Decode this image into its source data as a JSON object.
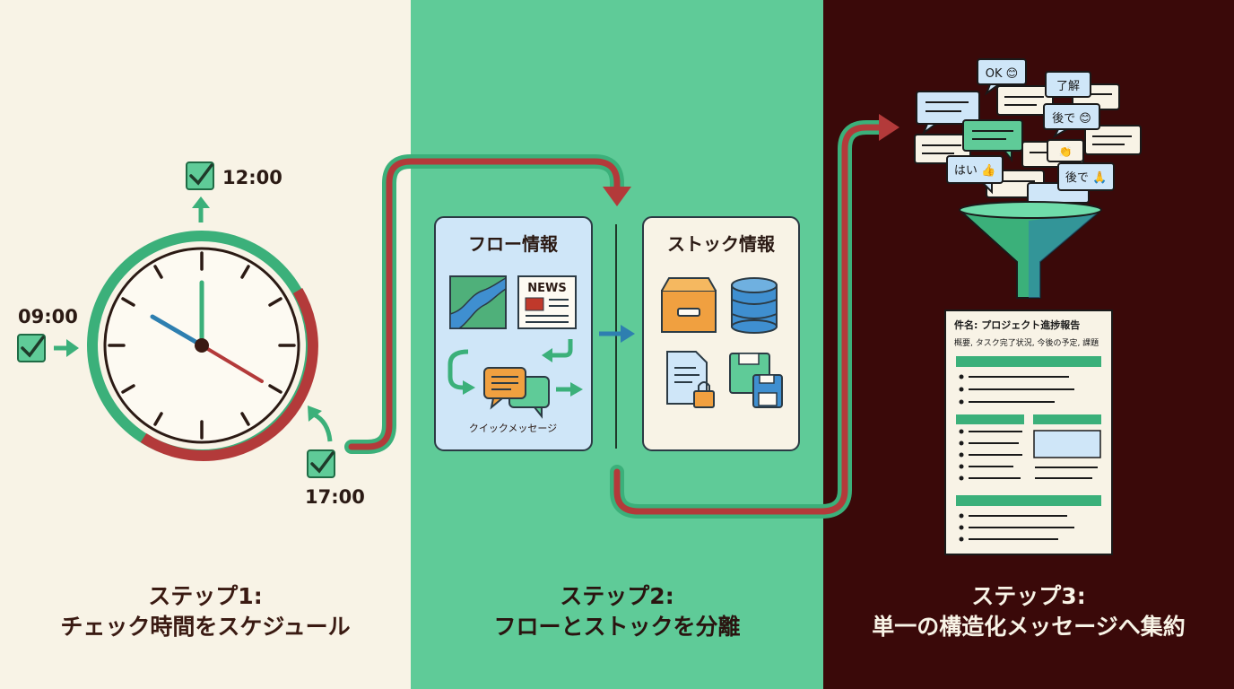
{
  "step1": {
    "times": {
      "noon": "12:00",
      "morning": "09:00",
      "evening": "17:00"
    },
    "caption_line1": "ステップ1:",
    "caption_line2": "チェック時間をスケジュール"
  },
  "step2": {
    "flow": {
      "title": "フロー情報",
      "news_label": "NEWS",
      "quick_message_label": "クイックメッセージ"
    },
    "stock": {
      "title": "ストック情報"
    },
    "caption_line1": "ステップ2:",
    "caption_line2": "フローとストックを分離"
  },
  "step3": {
    "bubbles": {
      "ok": "OK 😊",
      "understood": "了解",
      "later1": "後で 😊",
      "later2": "後で 🙏",
      "yes": "はい 👍",
      "clap": "👏"
    },
    "report": {
      "subject": "件名: プロジェクト進捗報告",
      "summary": "概要, タスク完了状況, 今後の予定, 課題"
    },
    "caption_line1": "ステップ3:",
    "caption_line2": "単一の構造化メッセージへ集約"
  },
  "colors": {
    "cream": "#f8f3e6",
    "green": "#5fcb98",
    "dark_green": "#2f8a5c",
    "maroon": "#3a0909",
    "red": "#b33a3a",
    "blue": "#cfe6f8"
  }
}
